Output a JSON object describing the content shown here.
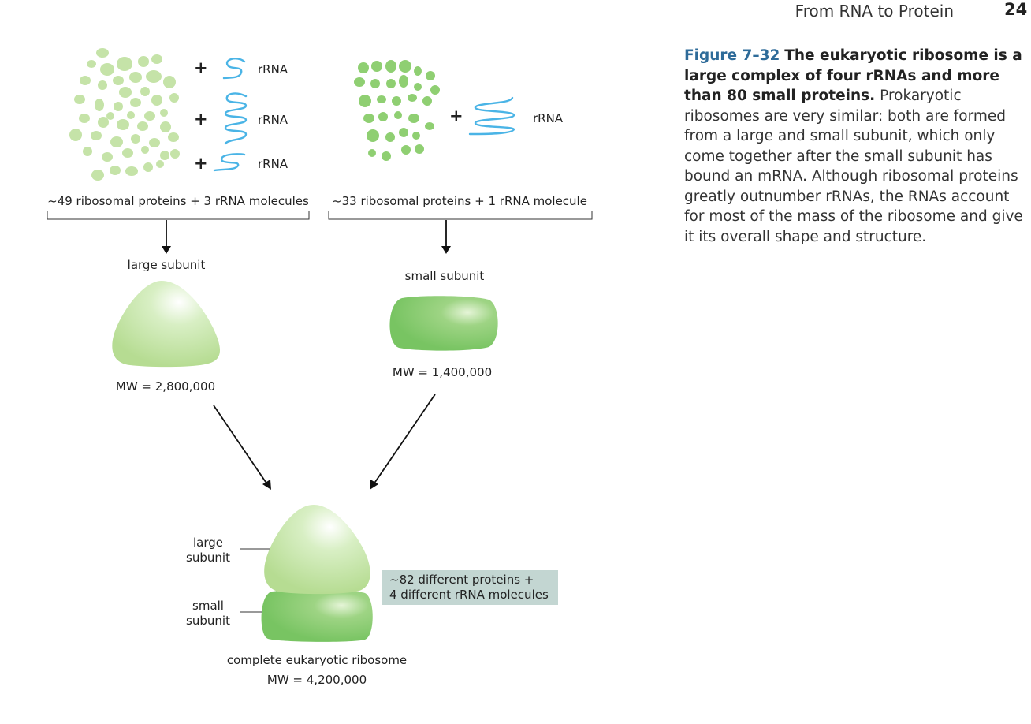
{
  "header": {
    "title": "From RNA to Protein",
    "page": "24"
  },
  "caption": {
    "figure_label": "Figure 7–32",
    "title": "The eukaryotic ribosome is a large complex of four rRNAs and more than 80 small proteins.",
    "body": "Prokaryotic ribosomes are very similar: both are formed from a large and small subunit, which only come together after the small subunit has bound an mRNA. Although ribosomal proteins greatly outnumber rRNAs, the RNAs account for most of the mass of the ribosome and give it its overall shape and structure."
  },
  "diagram": {
    "rrna_label": "rRNA",
    "plus_sign": "+",
    "large_components": "~49 ribosomal proteins + 3 rRNA molecules",
    "small_components": "~33 ribosomal proteins + 1 rRNA molecule",
    "large_subunit_title": "large subunit",
    "small_subunit_title": "small subunit",
    "large_mw": "MW = 2,800,000",
    "small_mw": "MW = 1,400,000",
    "label_large_line1": "large",
    "label_large_line2": "subunit",
    "label_small_line1": "small",
    "label_small_line2": "subunit",
    "complex_info_line1": "~82 different proteins +",
    "complex_info_line2": "4 different rRNA molecules",
    "complete_title": "complete eukaryotic ribosome",
    "complete_mw": "MW = 4,200,000",
    "colors": {
      "light_green": "#c5e3a8",
      "mid_green": "#8fcf72",
      "dark_green": "#6fbf5e",
      "rrna_blue": "#4ab4e6",
      "info_box": "#c3d6d2",
      "figure_label": "#2e6b99"
    }
  }
}
